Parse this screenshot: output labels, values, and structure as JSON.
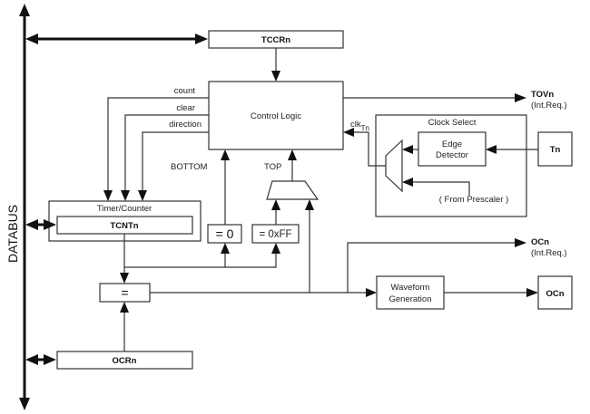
{
  "diagram": {
    "databus_label": "DATABUS",
    "blocks": {
      "tccr": "TCCRn",
      "control_logic": "Control Logic",
      "timer_counter": "Timer/Counter",
      "tcnt": "TCNTn",
      "eq_zero": "= 0",
      "eq_max": "= 0xFF",
      "comparator": "=",
      "ocr": "OCRn",
      "waveform_line1": "Waveform",
      "waveform_line2": "Generation",
      "ocn_pin": "OCn",
      "clock_select": "Clock Select",
      "edge_line1": "Edge",
      "edge_line2": "Detector",
      "tn_pin": "Tn",
      "prescaler": "( From Prescaler )"
    },
    "signals": {
      "count": "count",
      "clear": "clear",
      "direction": "direction",
      "bottom": "BOTTOM",
      "top": "TOP",
      "clk": "clk",
      "clk_sub": "Tn",
      "tov": "TOVn",
      "tov_note": "(Int.Req.)",
      "oc_flag": "OCn",
      "oc_note": "(Int.Req.)"
    },
    "colors": {
      "line": "#333333",
      "bus": "#111111",
      "background": "#ffffff"
    }
  }
}
